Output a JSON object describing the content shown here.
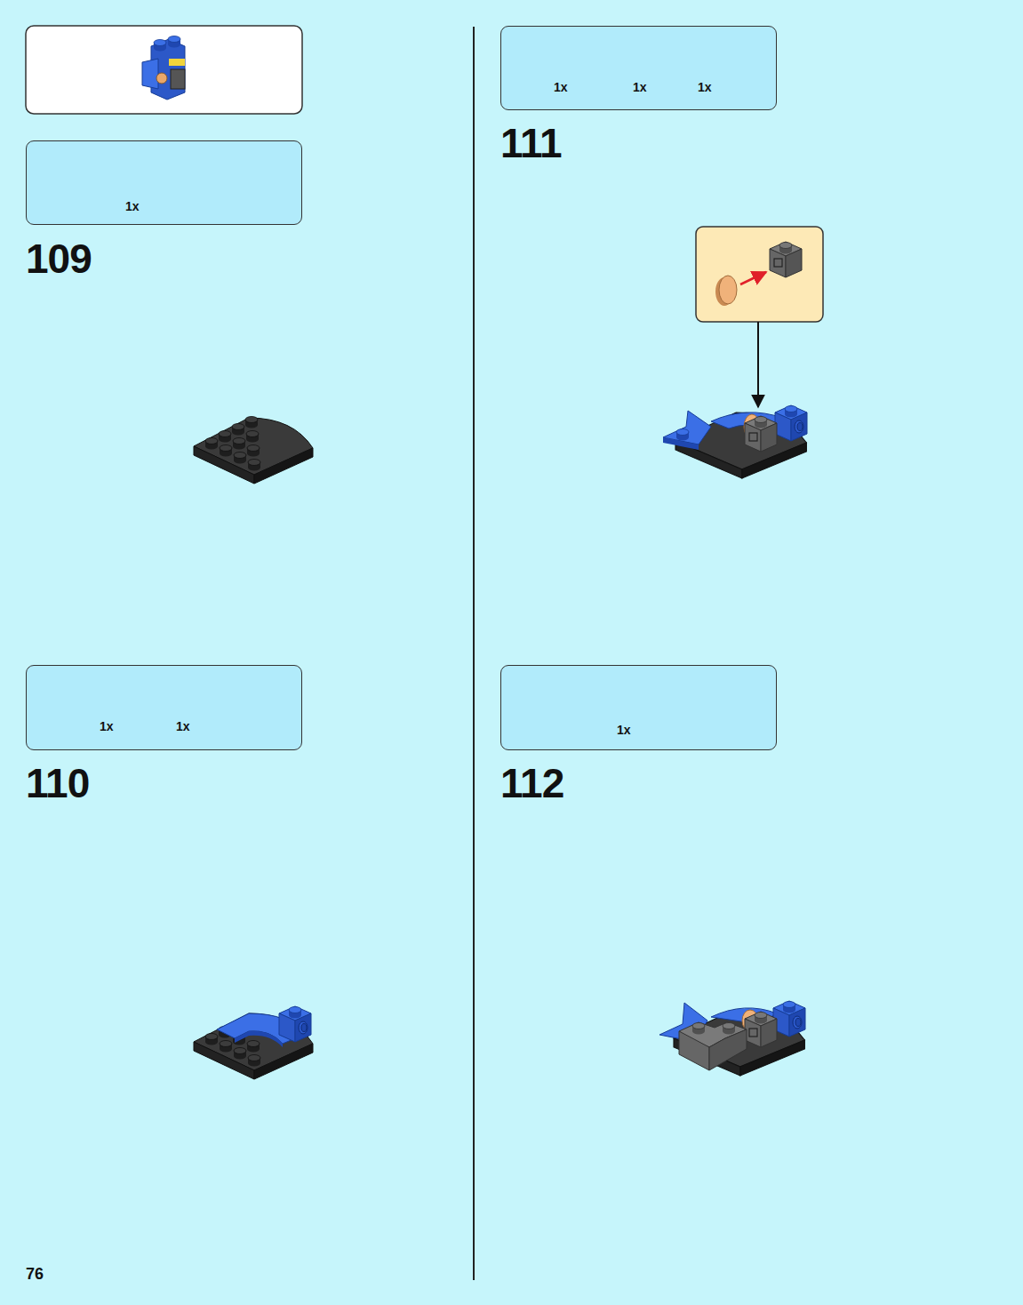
{
  "diagram": {
    "nodes": [
      {
        "text": [
          "1x"
        ]
      },
      {
        "text": [
          "1x",
          "1x"
        ]
      },
      {
        "text": [
          "1x",
          "1x",
          "1x"
        ]
      },
      {
        "text": [
          "1x"
        ]
      }
    ],
    "labels": [
      "109",
      "110",
      "111",
      "112",
      "76"
    ]
  }
}
